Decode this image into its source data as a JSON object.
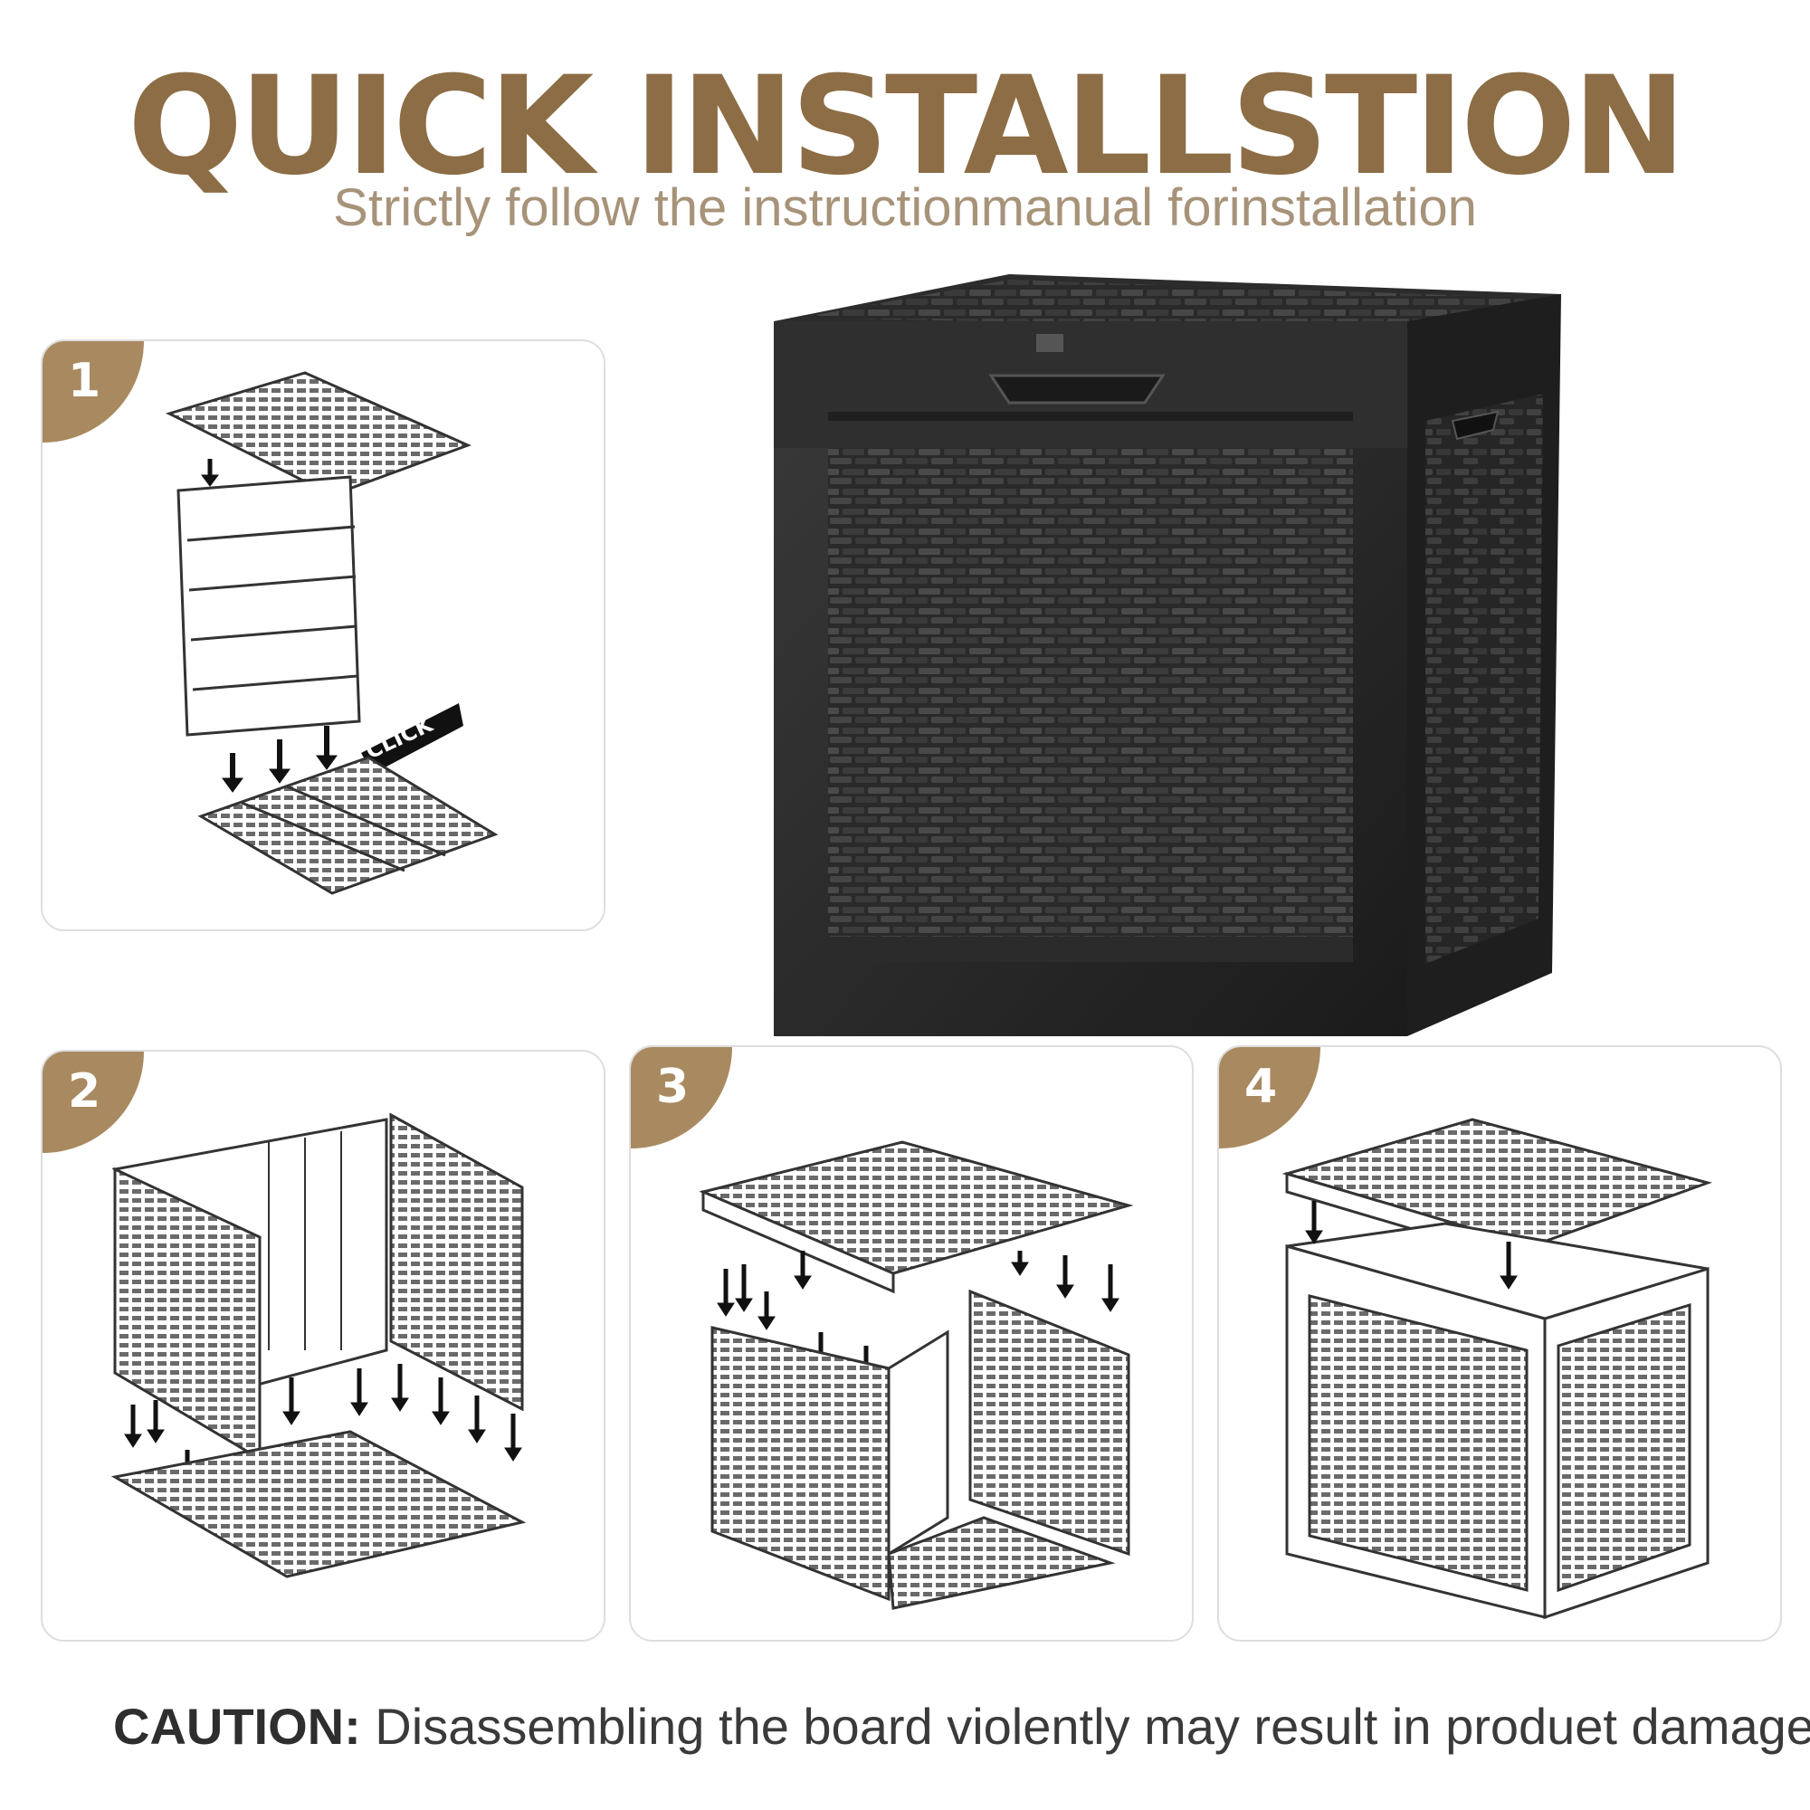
{
  "header": {
    "title": "QUICK INSTALLSTION",
    "subtitle": "Strictly follow the instructionmanual forinstallation"
  },
  "steps": [
    {
      "number": "1",
      "callout": "CLICK"
    },
    {
      "number": "2"
    },
    {
      "number": "3"
    },
    {
      "number": "4"
    }
  ],
  "footer": {
    "caution_label": "CAUTION:",
    "caution_text": " Disassembling the board violently may result in produet damage."
  },
  "colors": {
    "title": "#8c6d45",
    "subtitle": "#a79379",
    "badge": "#a98a60",
    "product": "#222222"
  }
}
